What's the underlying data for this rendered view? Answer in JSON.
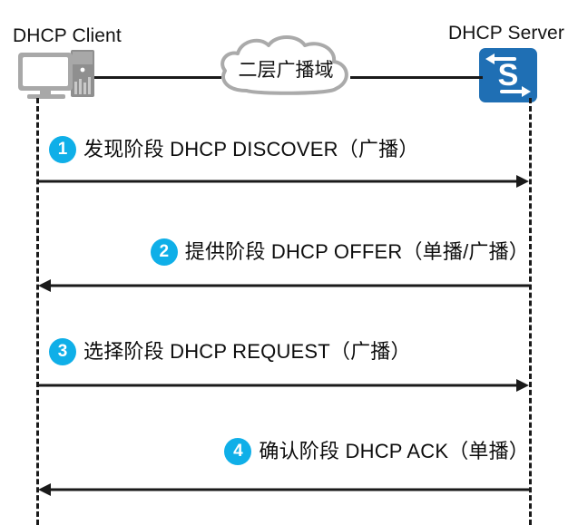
{
  "diagram": {
    "title_client": "DHCP Client",
    "title_server": "DHCP Server",
    "cloud_label": "二层广播域",
    "colors": {
      "badge": "#0FAFE8",
      "server_icon": "#1F6FB4",
      "client_icon": "#9a9a9a",
      "cloud_outline": "#aaaaaa",
      "line": "#1a1a1a",
      "text": "#0d0d0d"
    },
    "icons": {
      "client": "desktop-computer-icon",
      "server": "switch-icon",
      "cloud": "cloud-icon"
    }
  },
  "messages": [
    {
      "number": "1",
      "text": "发现阶段 DHCP DISCOVER（广播）",
      "direction": "right",
      "align": "left"
    },
    {
      "number": "2",
      "text": "提供阶段 DHCP OFFER（单播/广播）",
      "direction": "left",
      "align": "right"
    },
    {
      "number": "3",
      "text": "选择阶段 DHCP REQUEST（广播）",
      "direction": "right",
      "align": "left"
    },
    {
      "number": "4",
      "text": "确认阶段 DHCP ACK（单播）",
      "direction": "left",
      "align": "right"
    }
  ]
}
